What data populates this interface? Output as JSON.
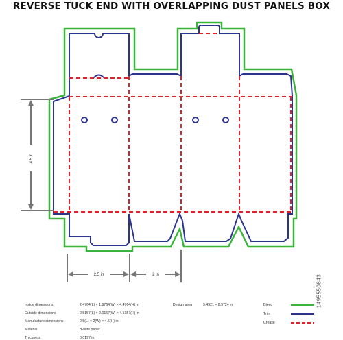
{
  "title": "REVERSE TUCK END WITH OVERLAPPING DUST PANELS BOX",
  "dimensions": {
    "height": "4.5 in",
    "length": "2.5 in",
    "width": "2 in"
  },
  "specs": [
    {
      "label": "Inside dimensions",
      "value": "2.4764(L) × 1.9764(W) × 4.4764(H) in"
    },
    {
      "label": "Outside dimensions",
      "value": "2.5157(L) × 2.0157(W) × 4.5157(H) in"
    },
    {
      "label": "Manufacture dimensions",
      "value": "2.5(L) × 2(W) × 4.5(H) in"
    },
    {
      "label": "Material",
      "value": "B-flute paper"
    },
    {
      "label": "Thickness",
      "value": "0.0197 in"
    }
  ],
  "design_area": {
    "label": "Design area",
    "value": "9.4921 × 8.9724 in"
  },
  "legend": [
    {
      "label": "Bleed",
      "color": "#3cb43c",
      "style": "solid"
    },
    {
      "label": "Trim",
      "color": "#2b3590",
      "style": "solid"
    },
    {
      "label": "Crease",
      "color": "#e0202a",
      "style": "dashed"
    }
  ],
  "colors": {
    "bleed": "#3cb43c",
    "trim": "#2b3590",
    "crease": "#e0202a",
    "dimension": "#777777"
  },
  "watermark": "1495550843"
}
